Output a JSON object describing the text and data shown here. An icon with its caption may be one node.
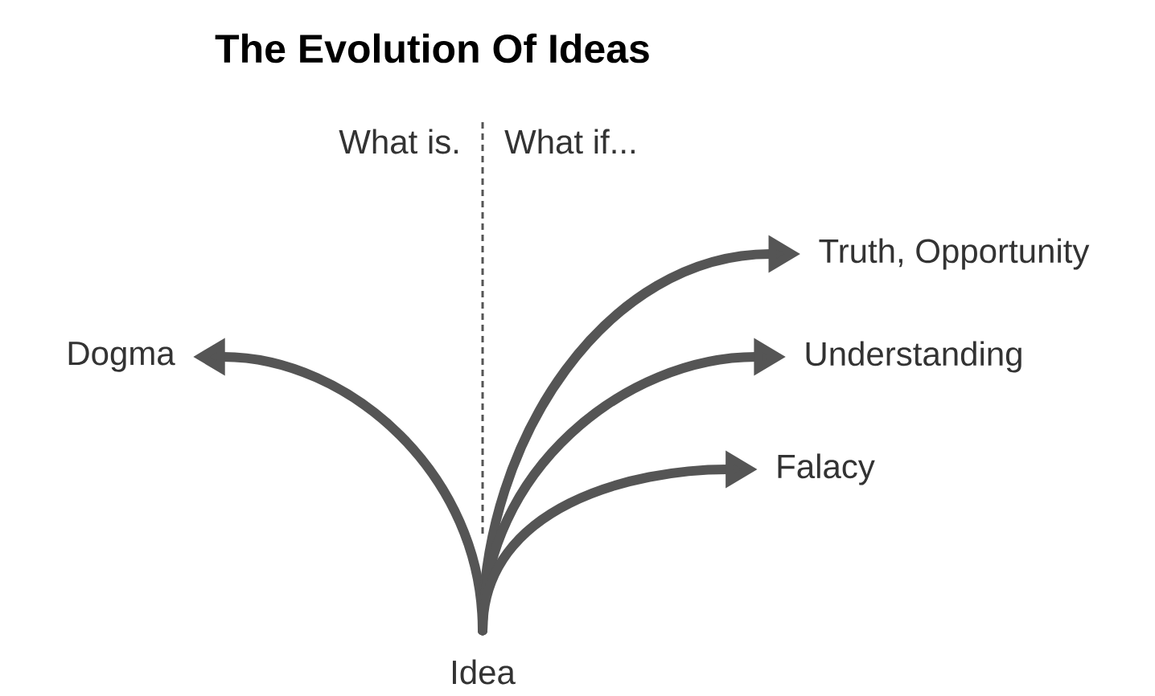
{
  "diagram": {
    "title": "The Evolution Of Ideas",
    "nodes": [
      {
        "text": [
          "Idea"
        ]
      },
      {
        "text": [
          "Dogma"
        ]
      },
      {
        "text": [
          "Truth, Opportunity"
        ]
      },
      {
        "text": [
          "Understanding"
        ]
      },
      {
        "text": [
          "Falacy"
        ]
      }
    ],
    "edges": [
      {
        "from": 0,
        "to": 1,
        "arrow": "to"
      },
      {
        "from": 0,
        "to": 2,
        "arrow": "to"
      },
      {
        "from": 0,
        "to": 3,
        "arrow": "to"
      },
      {
        "from": 0,
        "to": 4,
        "arrow": "to"
      }
    ],
    "labels": [
      "What is.",
      "What if..."
    ]
  }
}
